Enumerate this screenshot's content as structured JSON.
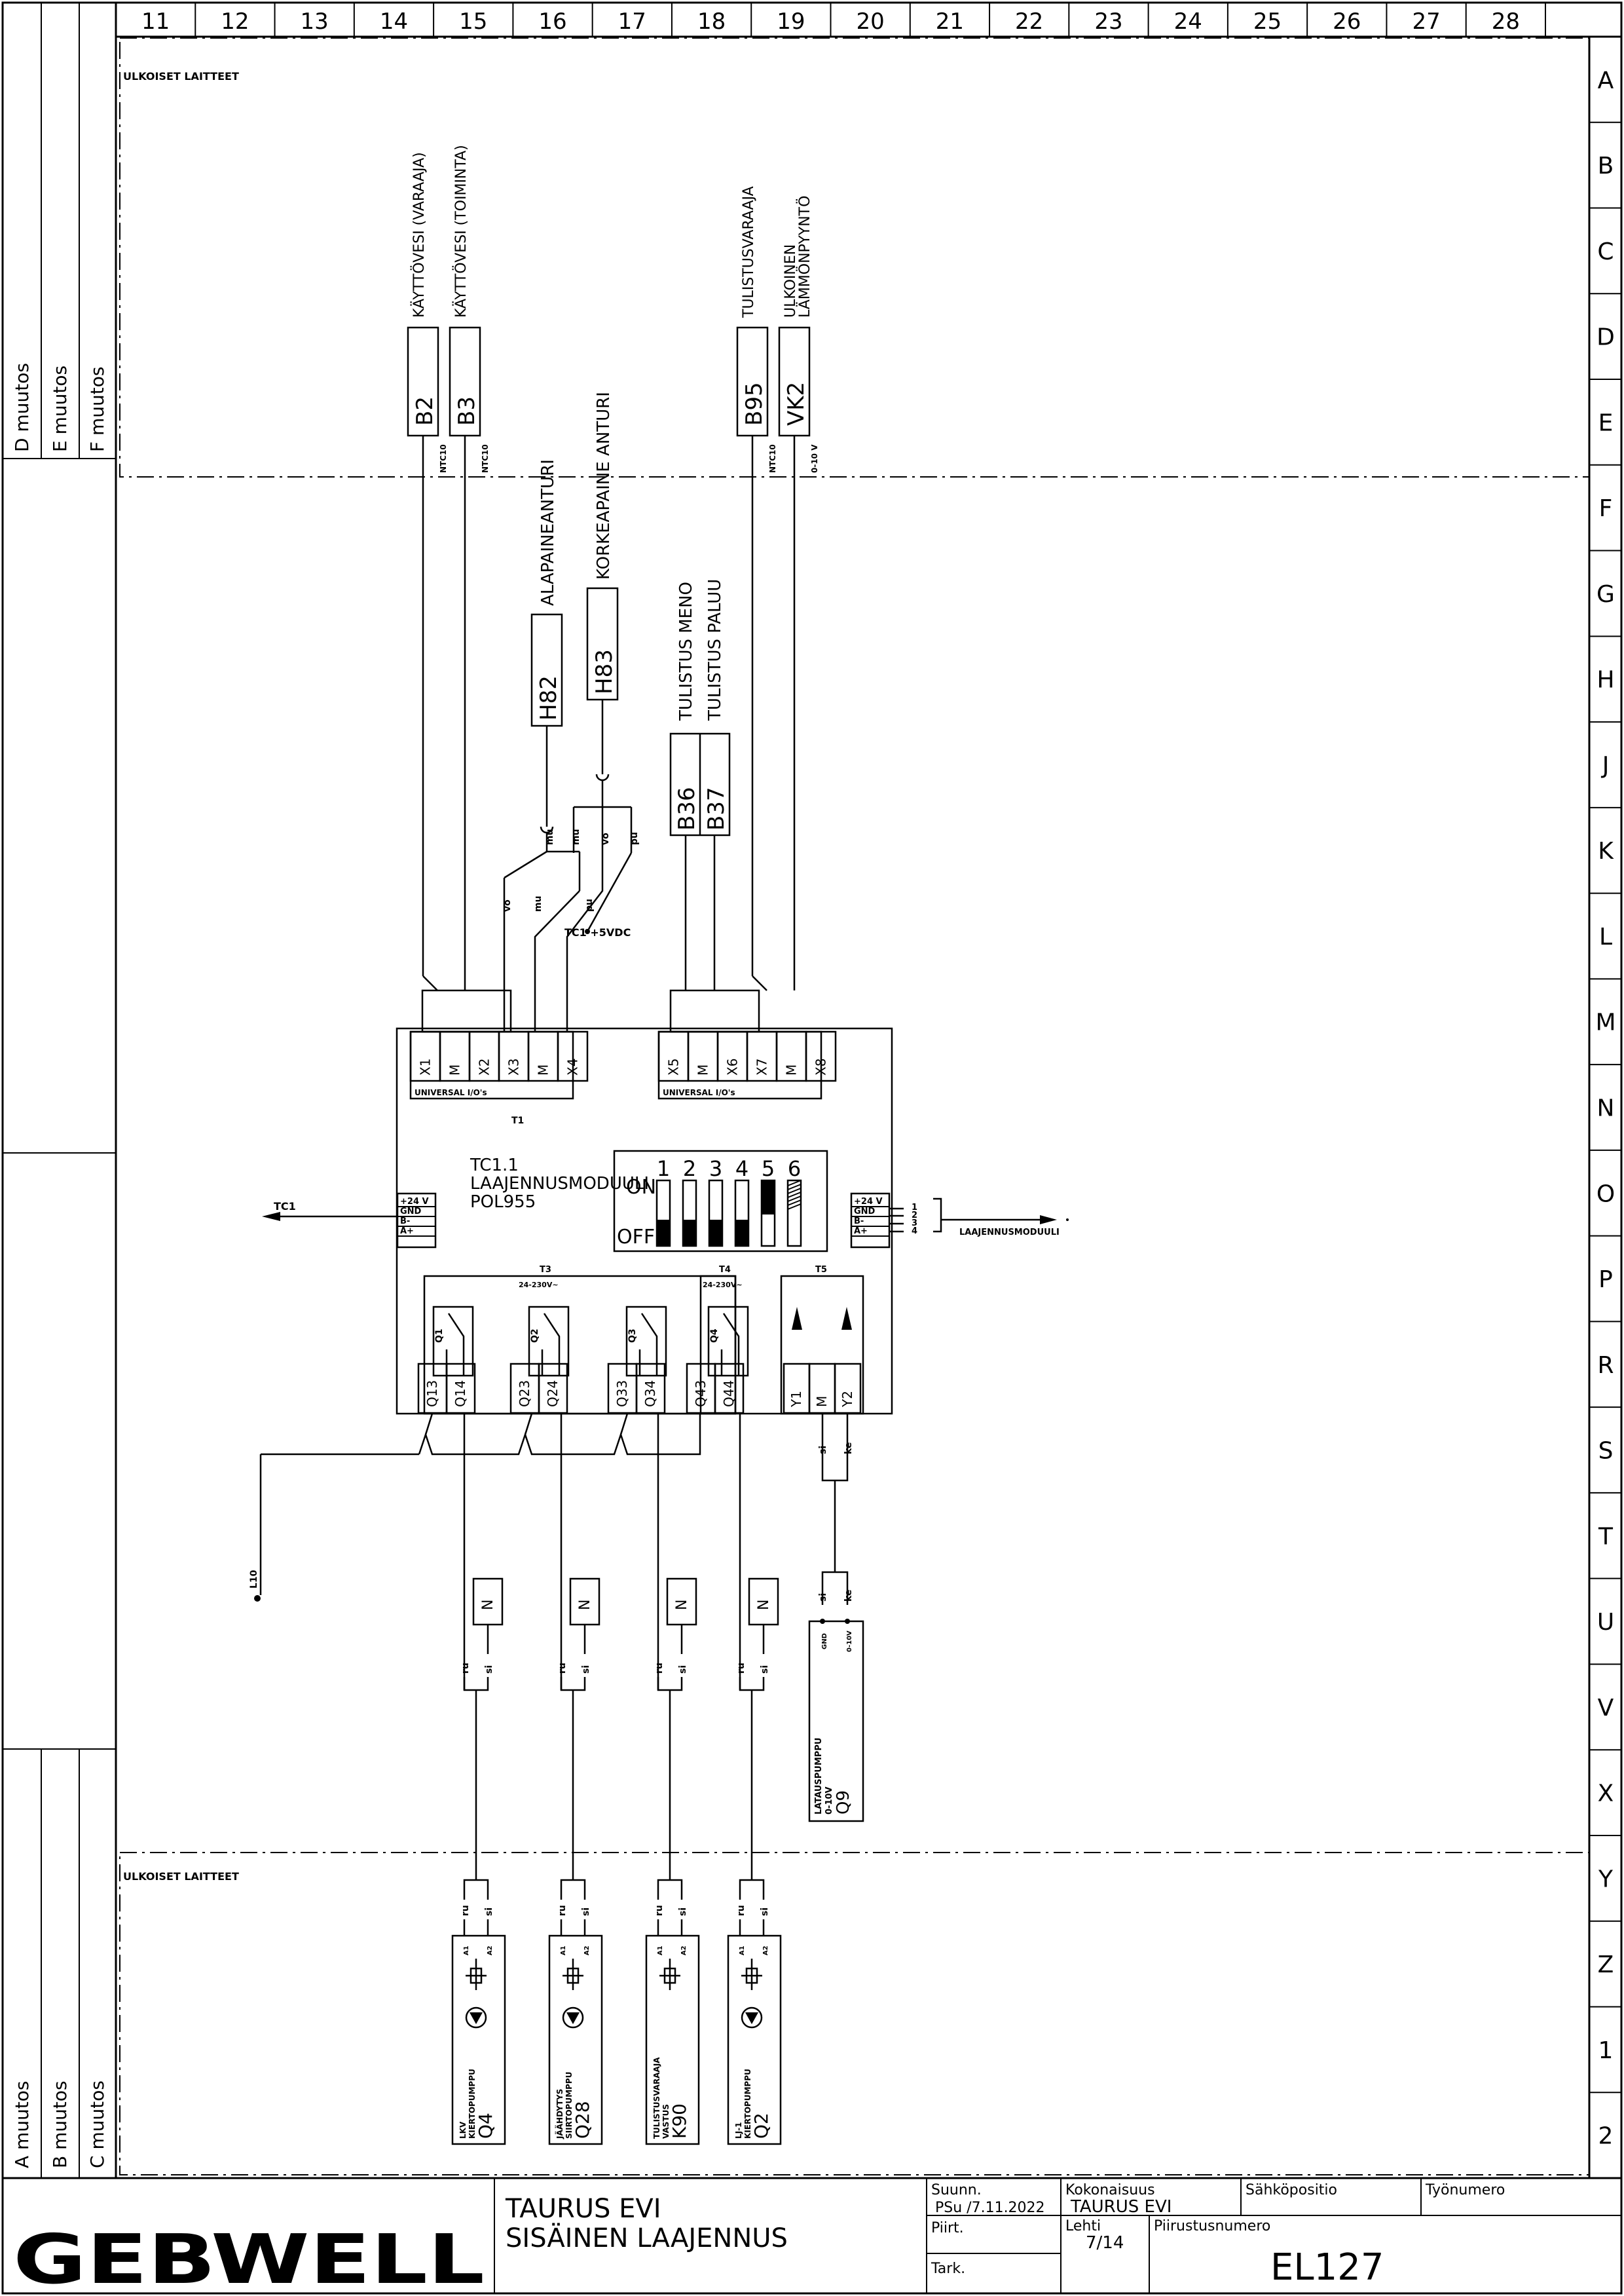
{
  "column_numbers": [
    "11",
    "12",
    "13",
    "14",
    "15",
    "16",
    "17",
    "18",
    "19",
    "20",
    "21",
    "22",
    "23",
    "24",
    "25",
    "26",
    "27",
    "28"
  ],
  "row_letters": [
    "A",
    "B",
    "C",
    "D",
    "E",
    "F",
    "G",
    "H",
    "J",
    "K",
    "L",
    "M",
    "N",
    "O",
    "P",
    "R",
    "S",
    "T",
    "U",
    "V",
    "X",
    "Y",
    "Z",
    "1",
    "2"
  ],
  "revisions_top": [
    "D muutos",
    "E muutos",
    "F muutos"
  ],
  "revisions_bottom": [
    "A muutos",
    "B muutos",
    "C muutos"
  ],
  "external_devices_top": "ULKOISET LAITTEET",
  "external_devices_bottom": "ULKOISET LAITTEET",
  "sensors_top": [
    {
      "id": "B2",
      "type": "NTC10",
      "label": "KÄYTTÖVESI (VARAAJA)"
    },
    {
      "id": "B3",
      "type": "NTC10",
      "label": "KÄYTTÖVESI (TOIMINTA)"
    },
    {
      "id": "B95",
      "type": "NTC10",
      "label": "TULISTUSVARAAJA"
    },
    {
      "id": "VK2",
      "type": "0-10 V",
      "label1": "ULKOINEN",
      "label2": "LÄMMÖNPYYNTÖ"
    }
  ],
  "pressure_sensors": [
    {
      "id": "H82",
      "label": "ALAPAINEANTURI"
    },
    {
      "id": "H83",
      "label": "KORKEAPAINE ANTURI"
    }
  ],
  "tulistus": {
    "b36": "B36",
    "b37": "B37",
    "label1": "TULISTUS MENO",
    "label2": "TULISTUS PALUU"
  },
  "wire_colors": {
    "mu": "mu",
    "ru": "ru",
    "si": "si",
    "ke": "ke",
    "vo": "vo",
    "pu": "pu"
  },
  "tc1_5vdc": "TC1 +5VDC",
  "module": {
    "title1": "TC1.1",
    "title2": "LAAJENNUSMODUULI",
    "title3": "POL955",
    "left_terminals": [
      "X1",
      "M",
      "X2",
      "X3",
      "M",
      "X4"
    ],
    "right_terminals": [
      "X5",
      "M",
      "X6",
      "X7",
      "M",
      "X8"
    ],
    "universal": "UNIVERSAL I/O's",
    "t1": "T1",
    "dip_numbers": [
      "1",
      "2",
      "3",
      "4",
      "5",
      "6"
    ],
    "dip_on": "ON",
    "dip_off": "OFF",
    "bus_pins": [
      "+24 V",
      "GND",
      "B-",
      "A+"
    ],
    "bus_pin_numbers": [
      "1",
      "2",
      "3",
      "4"
    ],
    "tc1_out": "TC1",
    "laajennusmoduuli_out": "LAAJENNUSMODUULI",
    "t3": "T3",
    "t3_volt": "24-230V~",
    "t4": "T4",
    "t4_volt": "24-230V~",
    "t5": "T5",
    "relays": [
      "Q1",
      "Q2",
      "Q3",
      "Q4"
    ],
    "relay_terminals": [
      "Q13",
      "Q14",
      "Q23",
      "Q24",
      "Q33",
      "Q34",
      "Q43",
      "Q44"
    ],
    "t5_terminals": [
      "Y1",
      "M",
      "Y2"
    ]
  },
  "l10": "L10",
  "n_label": "N",
  "pump_q9": {
    "gnd": "GND",
    "sig": "0-10V",
    "l1": "LATAUSPUMPPU",
    "l2": "0-10V",
    "id": "Q9"
  },
  "relay_coil": {
    "a1": "A1",
    "a2": "A2"
  },
  "devices_bottom": [
    {
      "l1": "LKV",
      "l2": "KIERTOPUMPPU",
      "id": "Q4",
      "pump": true
    },
    {
      "l1": "JÄÄHDYTYS",
      "l2": "SIIRTOPUMPPU",
      "id": "Q28",
      "pump": true
    },
    {
      "l1": "TULISTUSVARAAJA",
      "l2": "VASTUS",
      "id": "K90",
      "pump": false
    },
    {
      "l1": "LJ-1",
      "l2": "KIERTOPUMPPU",
      "id": "Q2",
      "pump": true
    }
  ],
  "title_block": {
    "logo": "GEBWELL",
    "title1": "TAURUS EVI",
    "title2": "SISÄINEN LAAJENNUS",
    "suunn_label": "Suunn.",
    "suunn_value": "PSu /7.11.2022",
    "piirt_label": "Piirt.",
    "tark_label": "Tark.",
    "kokonaisuus_label": "Kokonaisuus",
    "kokonaisuus_value": "TAURUS EVI",
    "lehti_label": "Lehti",
    "lehti_value": "7/14",
    "sahkopositio_label": "Sähköpositio",
    "tyonumero_label": "Työnumero",
    "piirustusnumero_label": "Piirustusnumero",
    "piirustusnumero_value": "EL127"
  }
}
